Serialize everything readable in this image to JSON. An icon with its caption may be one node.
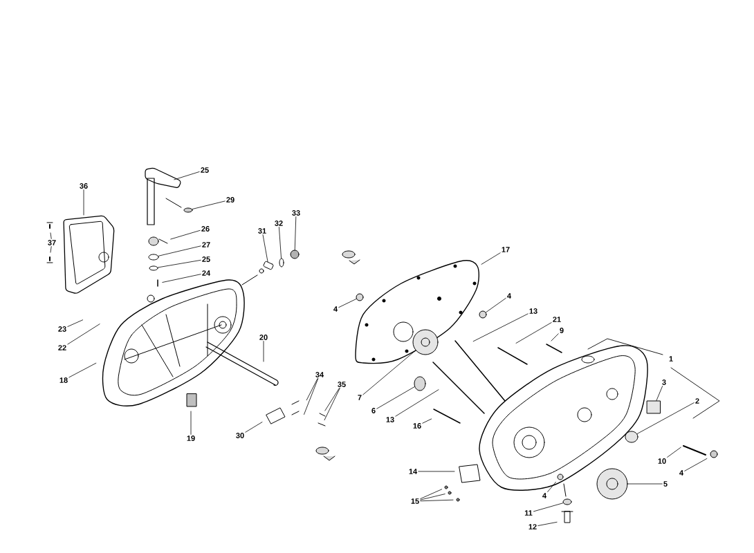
{
  "diagram": {
    "nodes": [
      {
        "text": [
          "25"
        ]
      },
      {
        "text": [
          "36"
        ]
      },
      {
        "text": [
          "29"
        ]
      },
      {
        "text": [
          "33"
        ]
      },
      {
        "text": [
          "32"
        ]
      },
      {
        "text": [
          "31"
        ]
      },
      {
        "text": [
          "26"
        ]
      },
      {
        "text": [
          "37"
        ]
      },
      {
        "text": [
          "27"
        ]
      },
      {
        "text": [
          "25"
        ]
      },
      {
        "text": [
          "24"
        ]
      },
      {
        "text": [
          "17"
        ]
      },
      {
        "text": [
          "4"
        ]
      },
      {
        "text": [
          "4"
        ]
      },
      {
        "text": [
          "23"
        ]
      },
      {
        "text": [
          "13"
        ]
      },
      {
        "text": [
          "21"
        ]
      },
      {
        "text": [
          "9"
        ]
      },
      {
        "text": [
          "20"
        ]
      },
      {
        "text": [
          "22"
        ]
      },
      {
        "text": [
          "1"
        ]
      },
      {
        "text": [
          "18"
        ]
      },
      {
        "text": [
          "34"
        ]
      },
      {
        "text": [
          "7"
        ]
      },
      {
        "text": [
          "35"
        ]
      },
      {
        "text": [
          "3"
        ]
      },
      {
        "text": [
          "2"
        ]
      },
      {
        "text": [
          "6"
        ]
      },
      {
        "text": [
          "13"
        ]
      },
      {
        "text": [
          "16"
        ]
      },
      {
        "text": [
          "19"
        ]
      },
      {
        "text": [
          "30"
        ]
      },
      {
        "text": [
          "10"
        ]
      },
      {
        "text": [
          "4"
        ]
      },
      {
        "text": [
          "14"
        ]
      },
      {
        "text": [
          "5"
        ]
      },
      {
        "text": [
          "4"
        ]
      },
      {
        "text": [
          "15"
        ]
      },
      {
        "text": [
          "11"
        ]
      },
      {
        "text": [
          "12"
        ]
      },
      {
        "text": [],
        "shape": "circle"
      },
      {
        "text": [],
        "shape": "circle"
      },
      {
        "text": [],
        "shape": "circle"
      },
      {
        "text": [],
        "shape": "cylinder"
      },
      {
        "text": [],
        "shape": "circle"
      },
      {
        "text": [],
        "shape": "circle"
      },
      {
        "text": [],
        "shape": "circle"
      },
      {
        "text": [],
        "shape": "circle"
      },
      {
        "text": [],
        "shape": "box"
      },
      {
        "text": [],
        "shape": "circle"
      },
      {
        "text": [],
        "shape": "circle"
      },
      {
        "text": [],
        "shape": "circle"
      },
      {
        "text": [],
        "shape": "circle"
      },
      {
        "text": [],
        "shape": "circle"
      }
    ],
    "edges": [
      {
        "from": 0,
        "to": null,
        "arrow": "none"
      },
      {
        "from": 1,
        "to": null,
        "arrow": "none"
      },
      {
        "from": 2,
        "to": 40,
        "arrow": "none"
      },
      {
        "from": 3,
        "to": 41,
        "arrow": "none"
      },
      {
        "from": 4,
        "to": 42,
        "arrow": "none"
      },
      {
        "from": 5,
        "to": 43,
        "arrow": "none"
      },
      {
        "from": 6,
        "to": null,
        "arrow": "none"
      },
      {
        "from": 7,
        "to": null,
        "arrow": "none"
      },
      {
        "from": 7,
        "to": null,
        "arrow": "none"
      },
      {
        "from": 8,
        "to": 44,
        "arrow": "none"
      },
      {
        "from": 9,
        "to": 45,
        "arrow": "none"
      },
      {
        "from": 10,
        "to": null,
        "arrow": "none"
      },
      {
        "from": 11,
        "to": null,
        "arrow": "none"
      },
      {
        "from": 12,
        "to": 46,
        "arrow": "none"
      },
      {
        "from": 13,
        "to": 47,
        "arrow": "none"
      },
      {
        "from": 14,
        "to": null,
        "arrow": "none"
      },
      {
        "from": 15,
        "to": null,
        "arrow": "none"
      },
      {
        "from": 16,
        "to": null,
        "arrow": "none"
      },
      {
        "from": 17,
        "to": null,
        "arrow": "none"
      },
      {
        "from": 18,
        "to": null,
        "arrow": "none"
      },
      {
        "from": 19,
        "to": null,
        "arrow": "none"
      },
      {
        "from": 21,
        "to": null,
        "arrow": "none"
      },
      {
        "from": 22,
        "to": null,
        "arrow": "none"
      },
      {
        "from": 22,
        "to": null,
        "arrow": "none"
      },
      {
        "from": 23,
        "to": 50,
        "arrow": "none"
      },
      {
        "from": 24,
        "to": null,
        "arrow": "none"
      },
      {
        "from": 24,
        "to": null,
        "arrow": "none"
      },
      {
        "from": 25,
        "to": 48,
        "arrow": "none"
      },
      {
        "from": 26,
        "to": 52,
        "arrow": "none"
      },
      {
        "from": 27,
        "to": 51,
        "arrow": "none"
      },
      {
        "from": 28,
        "to": null,
        "arrow": "none"
      },
      {
        "from": 29,
        "to": null,
        "arrow": "none"
      },
      {
        "from": 30,
        "to": null,
        "arrow": "none"
      },
      {
        "from": 31,
        "to": null,
        "arrow": "none"
      },
      {
        "from": 32,
        "to": null,
        "arrow": "none"
      },
      {
        "from": 33,
        "to": null,
        "arrow": "none"
      },
      {
        "from": 34,
        "to": null,
        "arrow": "none"
      },
      {
        "from": 35,
        "to": 53,
        "arrow": "none"
      },
      {
        "from": 36,
        "to": null,
        "arrow": "none"
      },
      {
        "from": 37,
        "to": null,
        "arrow": "none"
      },
      {
        "from": 37,
        "to": null,
        "arrow": "none"
      },
      {
        "from": 37,
        "to": null,
        "arrow": "none"
      },
      {
        "from": 38,
        "to": 49,
        "arrow": "none"
      },
      {
        "from": 39,
        "to": null,
        "arrow": "none"
      }
    ]
  }
}
